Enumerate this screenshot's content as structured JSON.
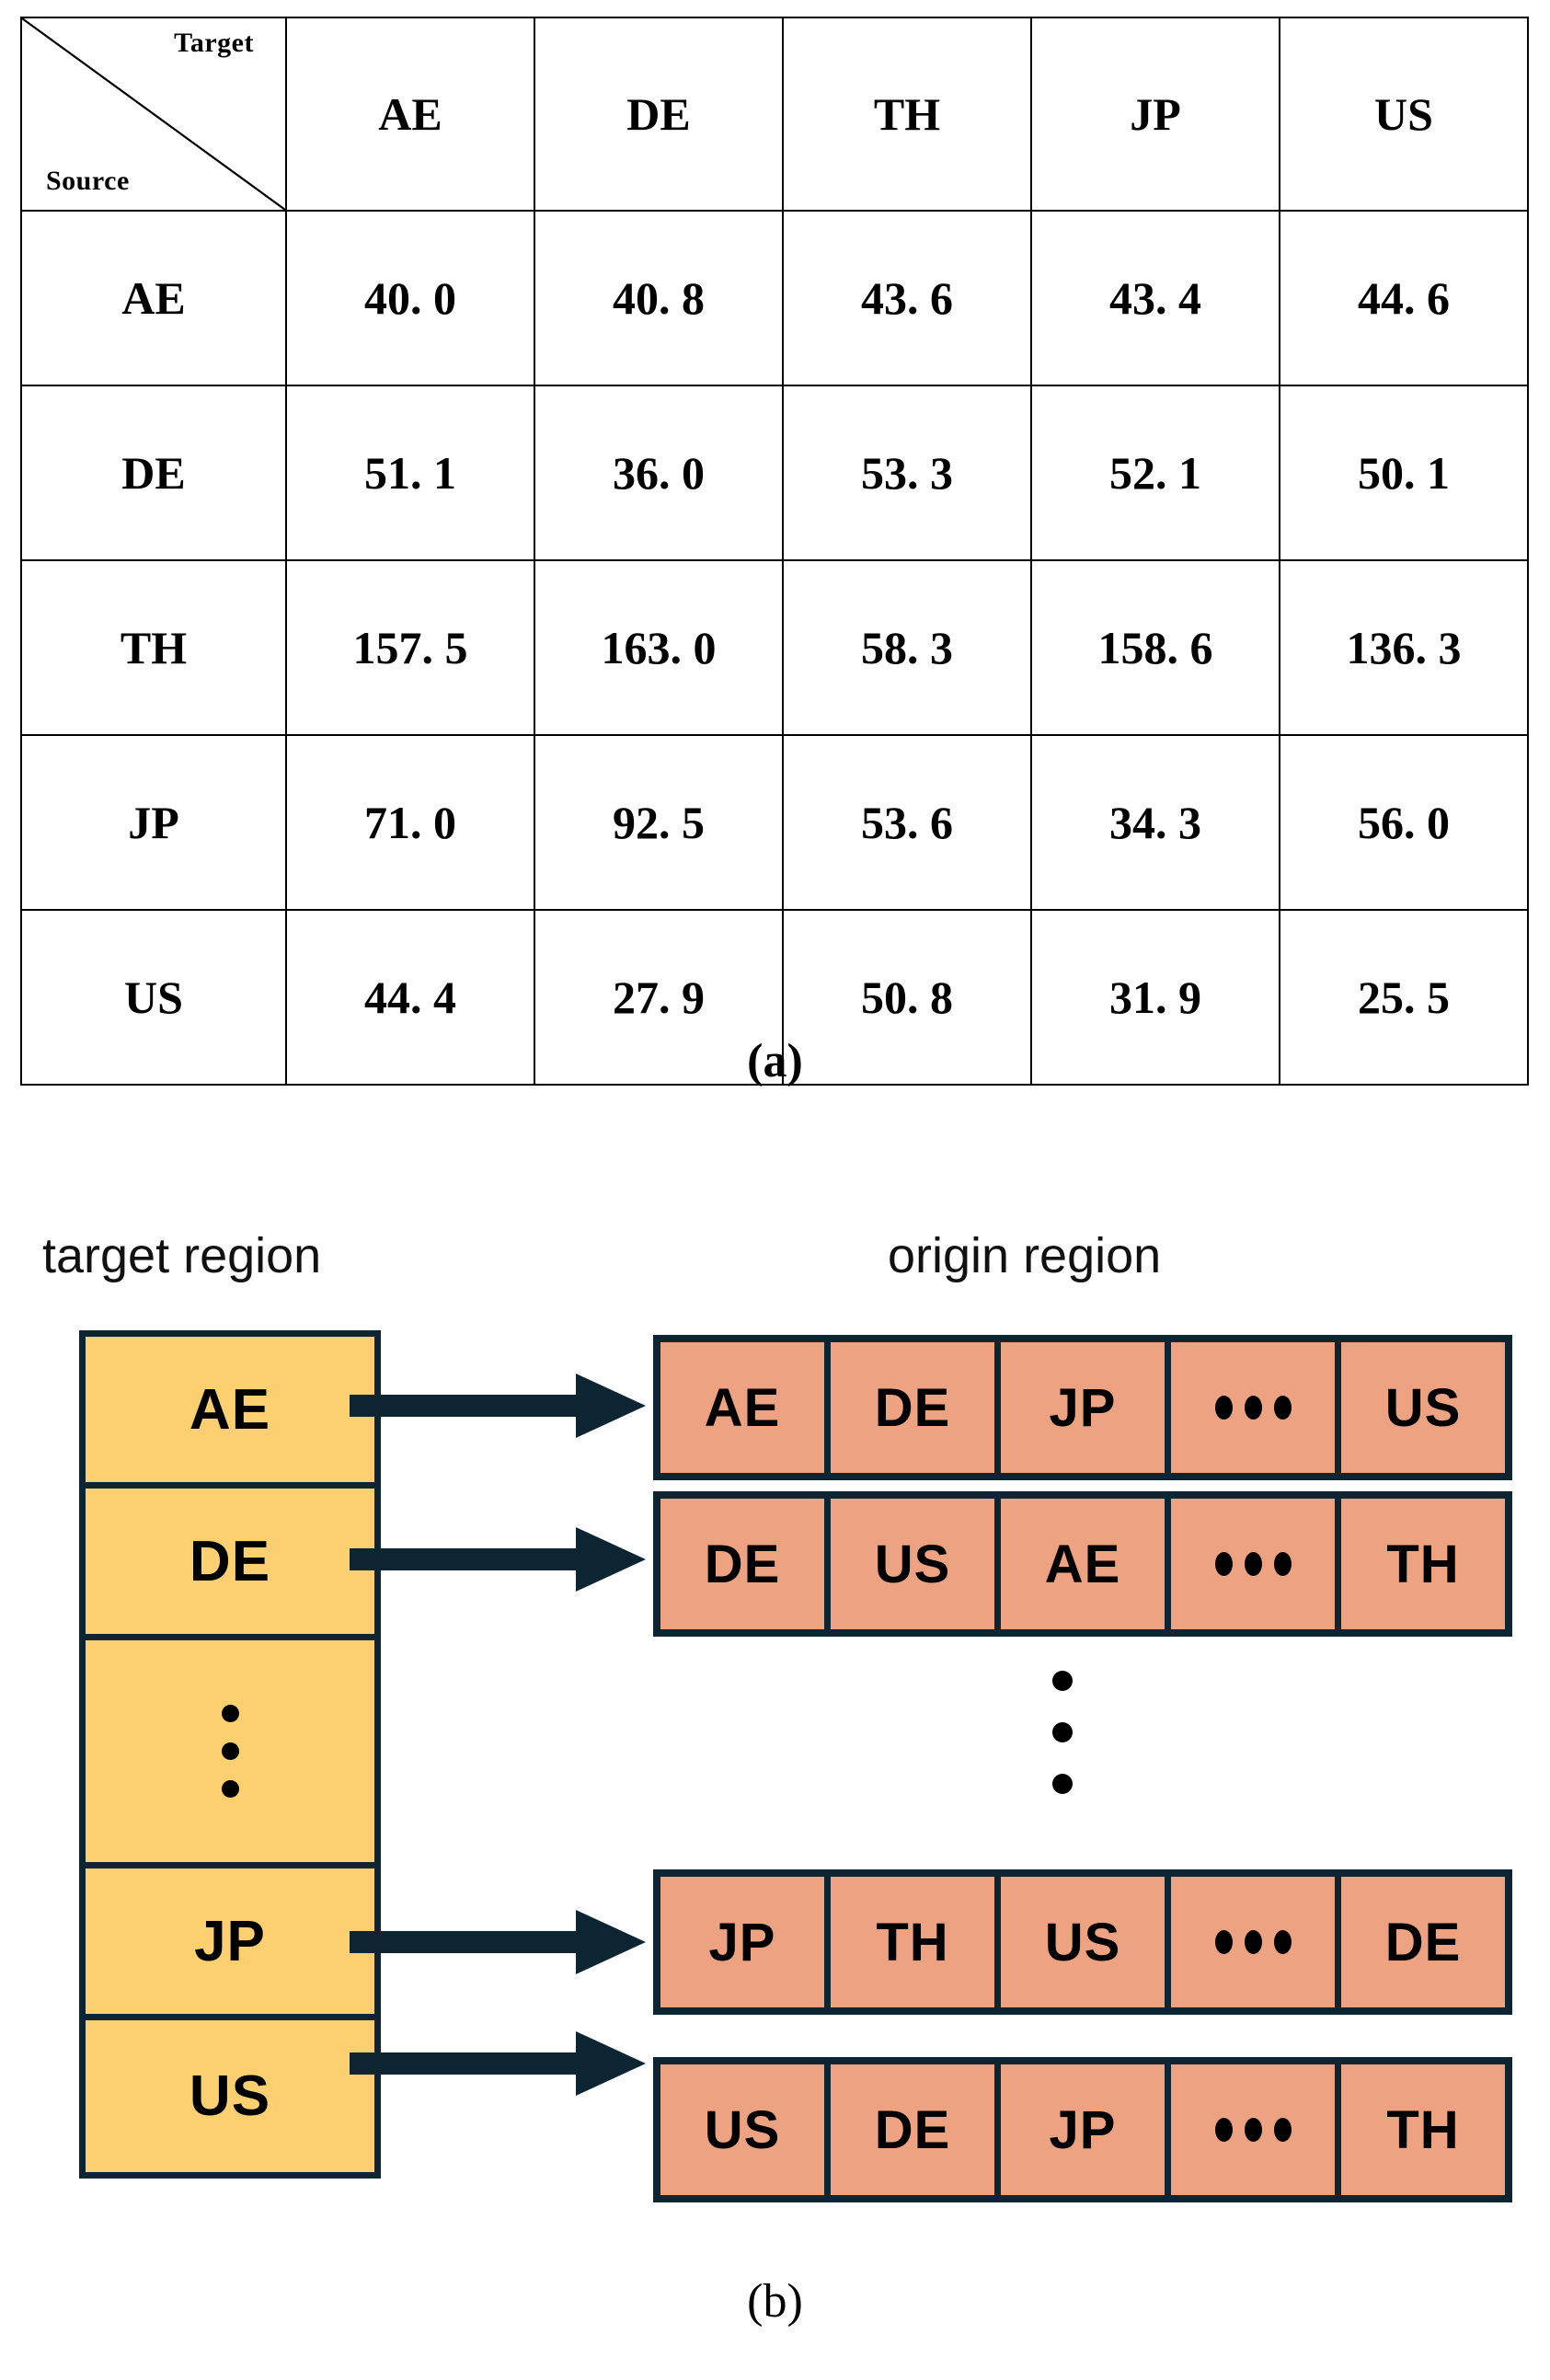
{
  "panel_a": {
    "caption": "(a)",
    "corner": {
      "target_label": "Target",
      "source_label": "Source"
    },
    "columns": [
      "AE",
      "DE",
      "TH",
      "JP",
      "US"
    ],
    "rows": [
      {
        "header": "AE",
        "values": [
          "40. 0",
          "40. 8",
          "43. 6",
          "43. 4",
          "44. 6"
        ]
      },
      {
        "header": "DE",
        "values": [
          "51. 1",
          "36. 0",
          "53. 3",
          "52. 1",
          "50. 1"
        ]
      },
      {
        "header": "TH",
        "values": [
          "157. 5",
          "163. 0",
          "58. 3",
          "158. 6",
          "136. 3"
        ]
      },
      {
        "header": "JP",
        "values": [
          "71. 0",
          "92. 5",
          "53. 6",
          "34. 3",
          "56. 0"
        ]
      },
      {
        "header": "US",
        "values": [
          "44. 4",
          "27. 9",
          "50. 8",
          "31. 9",
          "25. 5"
        ]
      }
    ]
  },
  "chart_data": {
    "type": "table",
    "title": "",
    "xlabel": "Target",
    "ylabel": "Source",
    "categories": [
      "AE",
      "DE",
      "TH",
      "JP",
      "US"
    ],
    "row_labels": [
      "AE",
      "DE",
      "TH",
      "JP",
      "US"
    ],
    "series": [
      {
        "name": "AE",
        "values": [
          40.0,
          40.8,
          43.6,
          43.4,
          44.6
        ]
      },
      {
        "name": "DE",
        "values": [
          51.1,
          36.0,
          53.3,
          52.1,
          50.1
        ]
      },
      {
        "name": "TH",
        "values": [
          157.5,
          163.0,
          58.3,
          158.6,
          136.3
        ]
      },
      {
        "name": "JP",
        "values": [
          71.0,
          92.5,
          53.6,
          34.3,
          56.0
        ]
      },
      {
        "name": "US",
        "values": [
          44.4,
          27.9,
          50.8,
          31.9,
          25.5
        ]
      }
    ]
  },
  "panel_b": {
    "caption": "(b)",
    "target_region_label": "target region",
    "origin_region_label": "origin region",
    "target_cells": [
      "AE",
      "DE",
      "⋮",
      "JP",
      "US"
    ],
    "origin_rows": [
      [
        "AE",
        "DE",
        "JP",
        "•••",
        "US"
      ],
      [
        "DE",
        "US",
        "AE",
        "•••",
        "TH"
      ],
      [
        "JP",
        "TH",
        "US",
        "•••",
        "DE"
      ],
      [
        "US",
        "DE",
        "JP",
        "•••",
        "TH"
      ]
    ],
    "colors": {
      "target_fill": "#fcd070",
      "origin_fill": "#eda382",
      "border": "#0d2433",
      "arrow": "#0d2433",
      "text": "#000000"
    }
  }
}
